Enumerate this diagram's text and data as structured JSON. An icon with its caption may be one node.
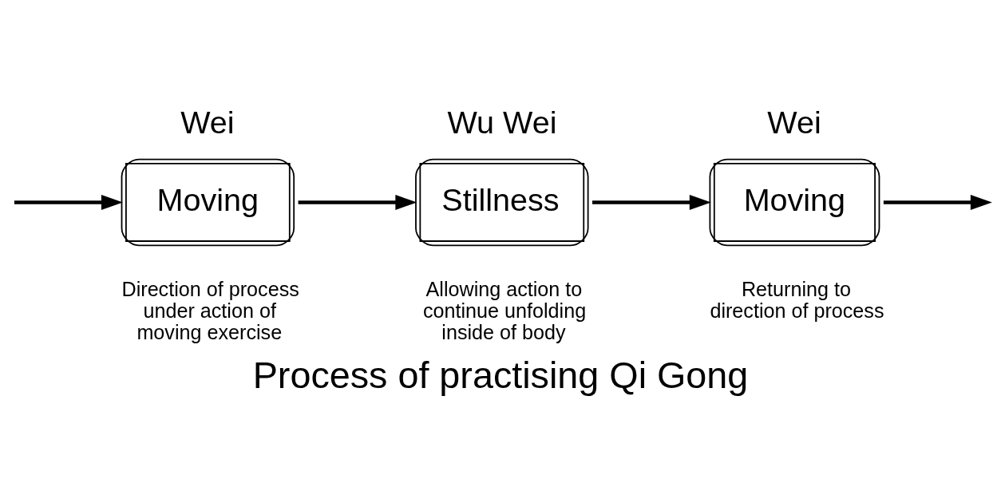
{
  "diagram": {
    "caption": "Process of practising Qi Gong",
    "nodes": [
      {
        "text": [
          "Wei",
          "Moving"
        ],
        "beside": [
          "Direction of process under action of moving exercise"
        ]
      },
      {
        "text": [
          "Wu Wei",
          "Stillness"
        ],
        "beside": [
          "Allowing action to continue unfolding inside of body"
        ]
      },
      {
        "text": [
          "Wei",
          "Moving"
        ],
        "beside": [
          "Returning to direction of process"
        ]
      }
    ],
    "edges": [
      {
        "from": null,
        "to": 0,
        "arrow": "to"
      },
      {
        "from": 0,
        "to": 1,
        "arrow": "to"
      },
      {
        "from": 1,
        "to": 2,
        "arrow": "to"
      },
      {
        "from": 2,
        "to": null,
        "arrow": "to"
      }
    ]
  }
}
